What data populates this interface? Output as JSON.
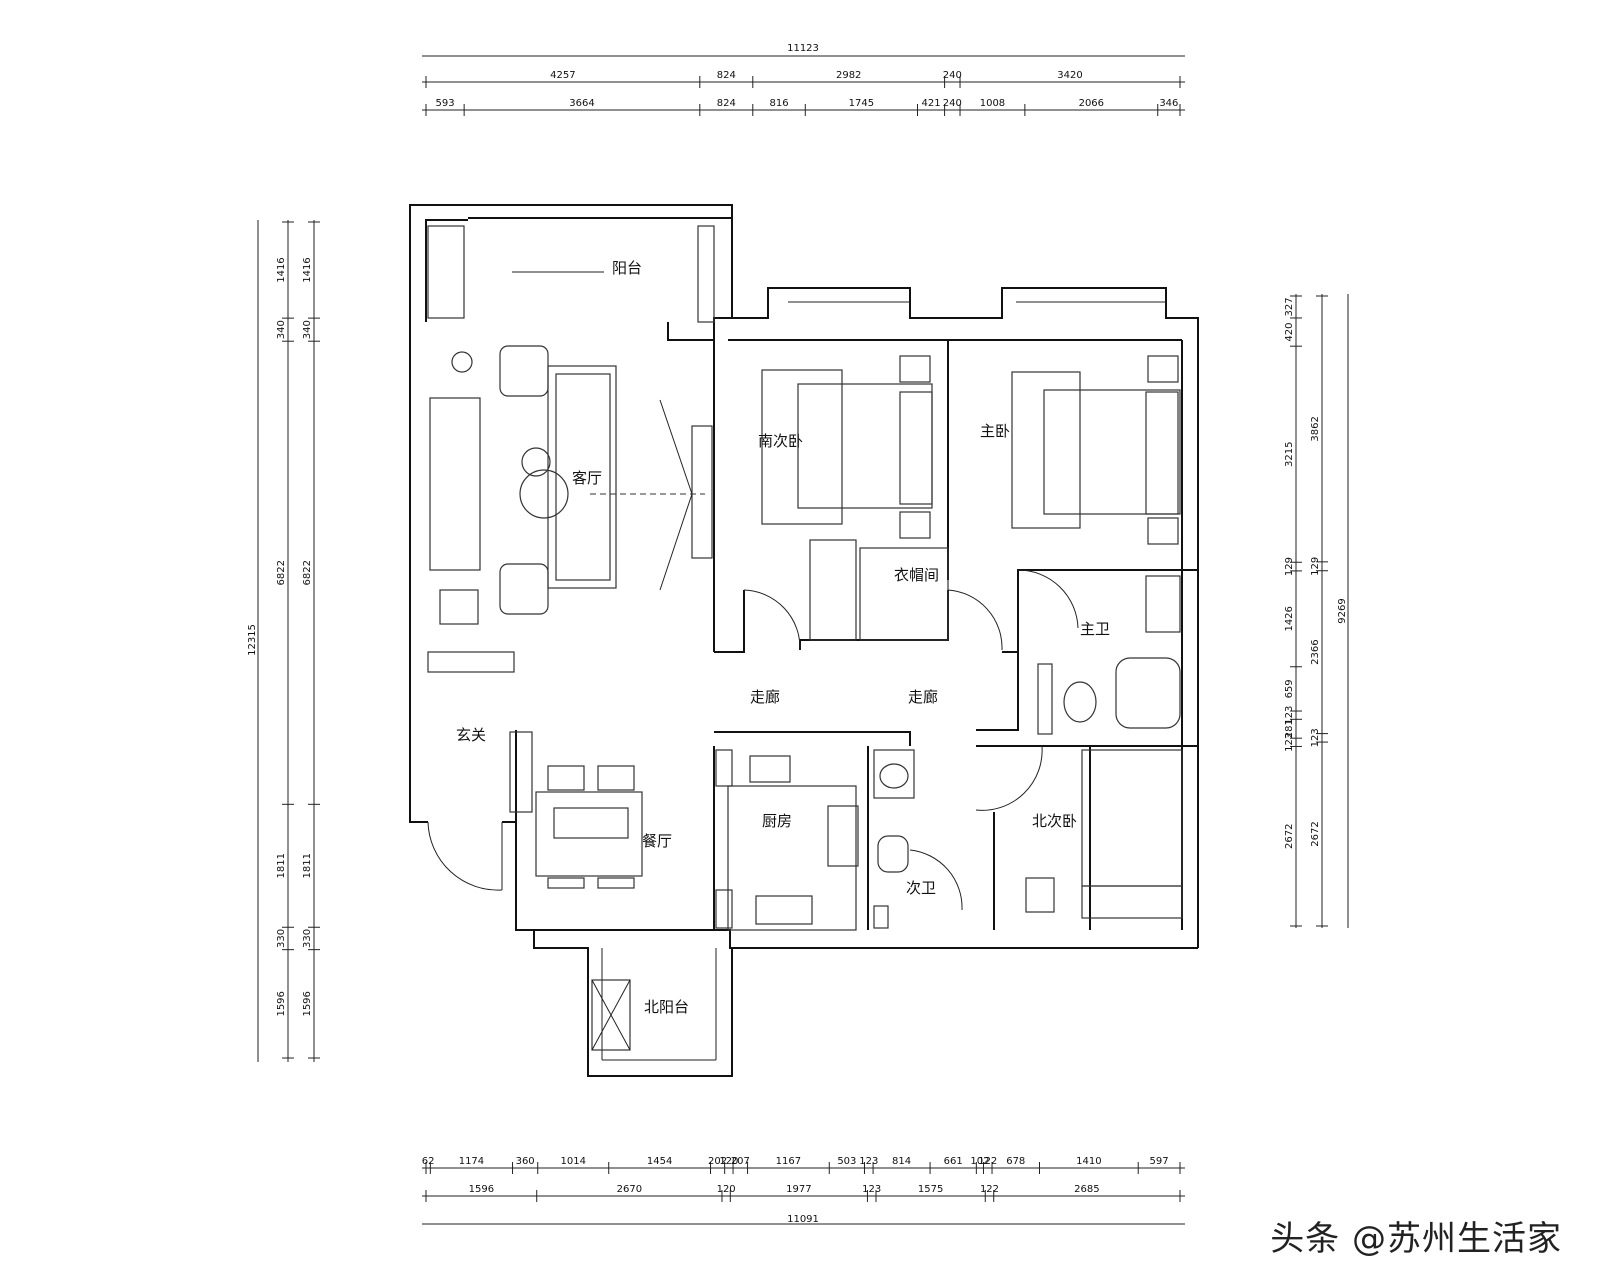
{
  "top_dimensions": {
    "overall": "11123",
    "row2": [
      "4257",
      "824",
      "2982",
      "240",
      "3420"
    ],
    "row3": [
      "593",
      "3664",
      "824",
      "816",
      "1745",
      "421",
      "240",
      "1008",
      "2066",
      "346"
    ]
  },
  "bottom_dimensions": {
    "row1": [
      "62",
      "1174",
      "360",
      "1014",
      "1454",
      "202",
      "120",
      "207",
      "1167",
      "503",
      "123",
      "814",
      "661",
      "102",
      "122",
      "678",
      "1410",
      "597"
    ],
    "row2": [
      "1596",
      "2670",
      "120",
      "1977",
      "123",
      "1575",
      "122",
      "2685"
    ],
    "overall": "11091"
  },
  "left_dimensions": {
    "overall": "12315",
    "segments_outer": [
      "1416",
      "340",
      "6822",
      "1811",
      "330",
      "1596"
    ],
    "segments_inner": [
      "1416",
      "340",
      "6822",
      "1811",
      "330",
      "1596"
    ]
  },
  "right_dimensions": {
    "overall": "9269",
    "col1": [
      "327",
      "420",
      "3215",
      "129",
      "1426",
      "659",
      "123",
      "281",
      "123",
      "2672"
    ],
    "col2": [
      "3862",
      "129",
      "2366",
      "123",
      "2672"
    ]
  },
  "rooms": {
    "balcony": "阳台",
    "living": "客厅",
    "south_bedroom": "南次卧",
    "master_bedroom": "主卧",
    "cloakroom": "衣帽间",
    "master_bath": "主卫",
    "corridor_1": "走廊",
    "corridor_2": "走廊",
    "entrance": "玄关",
    "kitchen": "厨房",
    "dining": "餐厅",
    "second_bath": "次卫",
    "north_bedroom": "北次卧",
    "north_balcony": "北阳台"
  },
  "watermark": "头条 @苏州生活家"
}
